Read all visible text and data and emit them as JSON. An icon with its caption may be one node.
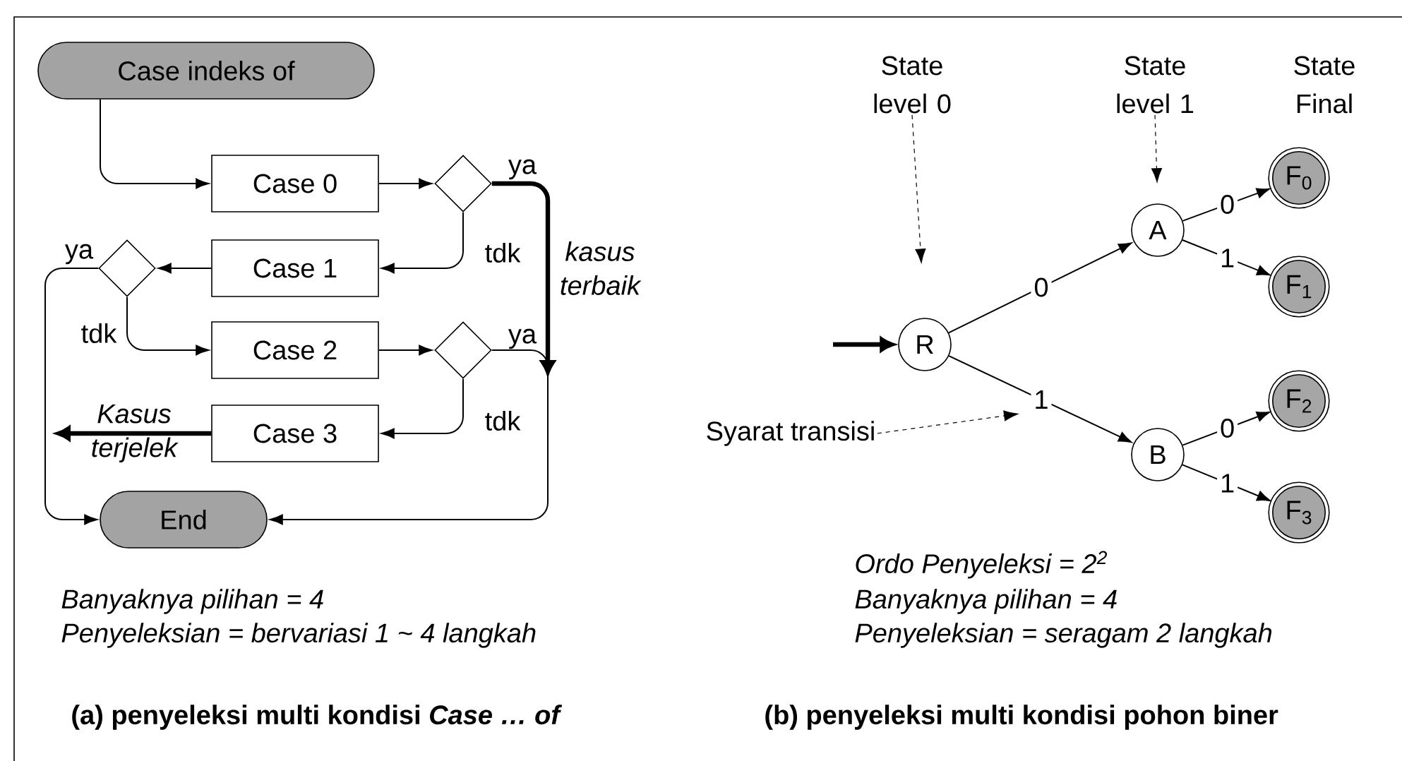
{
  "diagram": {
    "nodes": [
      {
        "text": [
          "Case indeks of"
        ]
      },
      {
        "text": [
          "Case 0"
        ]
      },
      {
        "text": [],
        "shape": "diamond"
      },
      {
        "text": [
          "Case 1"
        ]
      },
      {
        "text": [],
        "shape": "diamond"
      },
      {
        "text": [
          "Case 2"
        ]
      },
      {
        "text": [],
        "shape": "diamond"
      },
      {
        "text": [
          "Case 3"
        ]
      },
      {
        "text": [
          "End"
        ]
      },
      {
        "text": [
          "R"
        ]
      },
      {
        "text": [
          "A"
        ]
      },
      {
        "text": [
          "B"
        ]
      },
      {
        "text": [
          "F$_{0}$"
        ]
      },
      {
        "text": [
          "F$_{1}$"
        ]
      },
      {
        "text": [
          "F$_{2}$"
        ]
      },
      {
        "text": [
          "F$_{3}$"
        ]
      },
      {
        "text": [
          "State level 0"
        ]
      },
      {
        "text": [
          "State level 1"
        ]
      },
      {
        "text": [
          "Syarat transisi"
        ]
      }
    ],
    "edges": [
      {
        "from": 0,
        "to": 1,
        "arrow": "to"
      },
      {
        "from": 1,
        "to": 2,
        "arrow": "to"
      },
      {
        "from": 2,
        "to": null,
        "arrow": "to",
        "label": "ya",
        "style": "thick"
      },
      {
        "from": 2,
        "to": 3,
        "arrow": "to",
        "label": "tdk"
      },
      {
        "from": 3,
        "to": 4,
        "arrow": "to"
      },
      {
        "from": 4,
        "to": 8,
        "arrow": "to",
        "label": "ya"
      },
      {
        "from": 4,
        "to": 5,
        "arrow": "to",
        "label": "tdk"
      },
      {
        "from": 5,
        "to": 6,
        "arrow": "to"
      },
      {
        "from": 6,
        "to": 8,
        "arrow": "to",
        "label": "ya"
      },
      {
        "from": 6,
        "to": 7,
        "arrow": "to",
        "label": "tdk"
      },
      {
        "from": 7,
        "to": null,
        "arrow": "to",
        "label": "Kasus terjelek",
        "style": "thick"
      },
      {
        "from": null,
        "to": 9,
        "arrow": "to",
        "style": "thick"
      },
      {
        "from": 9,
        "to": 10,
        "arrow": "to",
        "label": "0"
      },
      {
        "from": 9,
        "to": 11,
        "arrow": "to",
        "label": "1"
      },
      {
        "from": 10,
        "to": 12,
        "arrow": "to",
        "label": "0"
      },
      {
        "from": 10,
        "to": 13,
        "arrow": "to",
        "label": "1"
      },
      {
        "from": 11,
        "to": 14,
        "arrow": "to",
        "label": "0"
      },
      {
        "from": 11,
        "to": 15,
        "arrow": "to",
        "label": "1"
      },
      {
        "from": 16,
        "to": 9,
        "arrow": "to",
        "style": "dashed"
      },
      {
        "from": 17,
        "to": 10,
        "arrow": "to",
        "style": "dashed"
      },
      {
        "from": 18,
        "to": null,
        "arrow": "to",
        "style": "dashed"
      }
    ],
    "labels": [
      "kasus terbaik",
      "State Final",
      "Banyaknya pilihan = 4",
      "Penyeleksian = bervariasi 1 ~ 4 langkah",
      "Ordo Penyeleksi = 2$^{2}$",
      "Banyaknya pilihan = 4",
      "Penyeleksian = seragam 2 langkah",
      "(a) penyeleksi multi kondisi *Case … of*",
      "(b) penyeleksi multi kondisi pohon biner"
    ]
  }
}
